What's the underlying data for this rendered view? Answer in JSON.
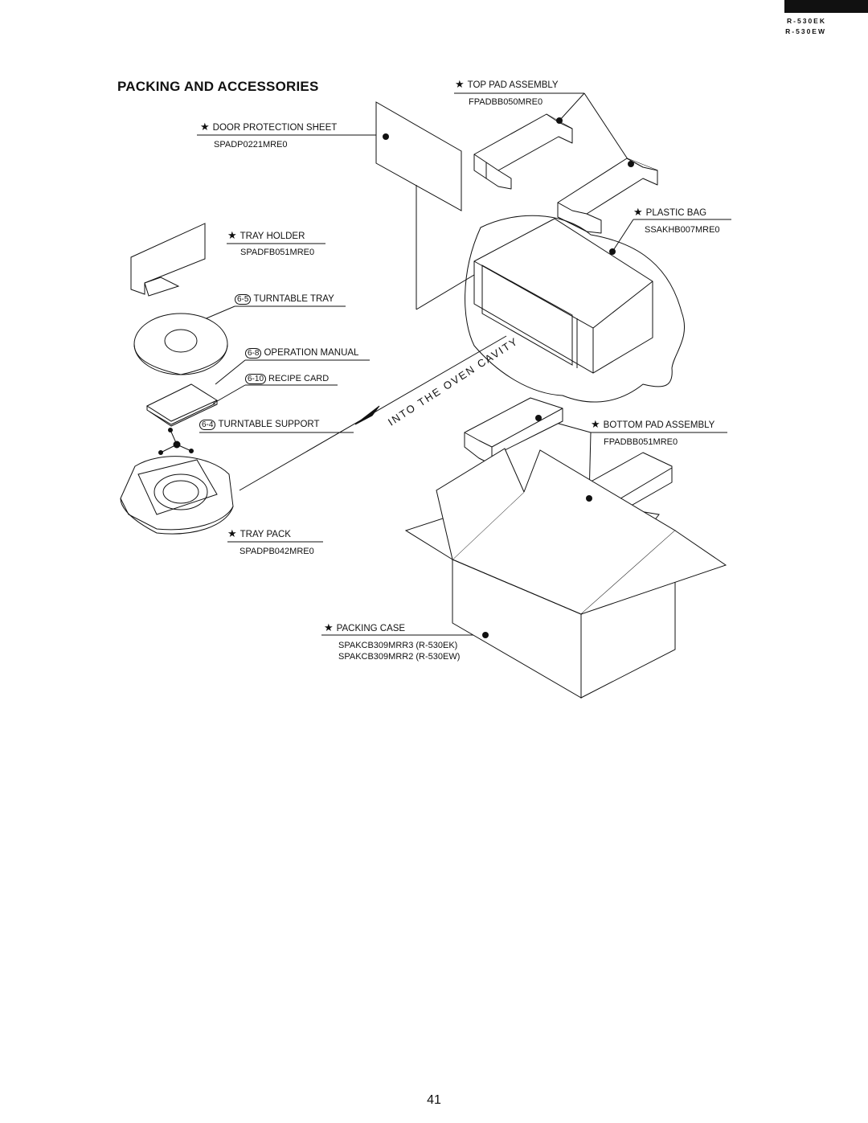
{
  "header": {
    "models": [
      "R-530EK",
      "R-530EW"
    ],
    "title": "PACKING AND ACCESSORIES"
  },
  "parts": {
    "top_pad": {
      "label": "TOP PAD ASSEMBLY",
      "part": "FPADBB050MRE0",
      "mark": "★"
    },
    "door_sheet": {
      "label": "DOOR PROTECTION SHEET",
      "part": "SPADP0221MRE0",
      "mark": "★"
    },
    "plastic_bag": {
      "label": "PLASTIC BAG",
      "part": "SSAKHB007MRE0",
      "mark": "★"
    },
    "tray_holder": {
      "label": "TRAY HOLDER",
      "part": "SPADFB051MRE0",
      "mark": "★"
    },
    "turntable_tray": {
      "ref": "6-5",
      "label": "TURNTABLE TRAY"
    },
    "operation_manual": {
      "ref": "6-8",
      "label": "OPERATION MANUAL"
    },
    "recipe_card": {
      "ref": "6-10",
      "label": "RECIPE CARD"
    },
    "turntable_support": {
      "ref": "6-4",
      "label": "TURNTABLE SUPPORT"
    },
    "bottom_pad": {
      "label": "BOTTOM PAD ASSEMBLY",
      "part": "FPADBB051MRE0",
      "mark": "★"
    },
    "tray_pack": {
      "label": "TRAY PACK",
      "part": "SPADPB042MRE0",
      "mark": "★"
    },
    "packing_case": {
      "label": "PACKING CASE",
      "part_ek": "SPAKCB309MRR3 (R-530EK)",
      "part_ew": "SPAKCB309MRR2 (R-530EW)",
      "mark": "★"
    }
  },
  "annotation": {
    "into_oven": "INTO THE OVEN CAVITY"
  },
  "footer": {
    "page_number": "41"
  }
}
